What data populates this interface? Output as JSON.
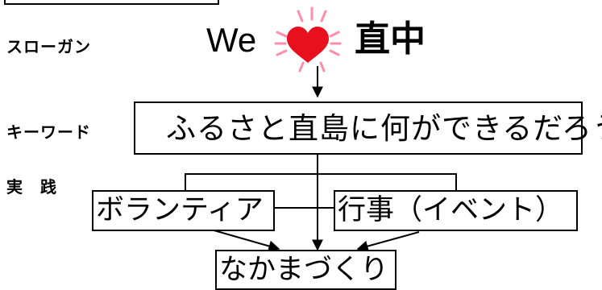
{
  "slogan": {
    "label": "スローガン",
    "text_we": "We",
    "text_tail": "直中",
    "heart_icon": "heart-icon",
    "heart_color": "#e8101f",
    "ray_color": "#ff8fa8"
  },
  "keyword": {
    "label": "キーワード",
    "text": "ふるさと直島に何ができるだろう"
  },
  "practice": {
    "label": "実　践",
    "left": "ボランティア",
    "right": "行事（イベント）"
  },
  "result": {
    "text": "なかまづくり"
  }
}
